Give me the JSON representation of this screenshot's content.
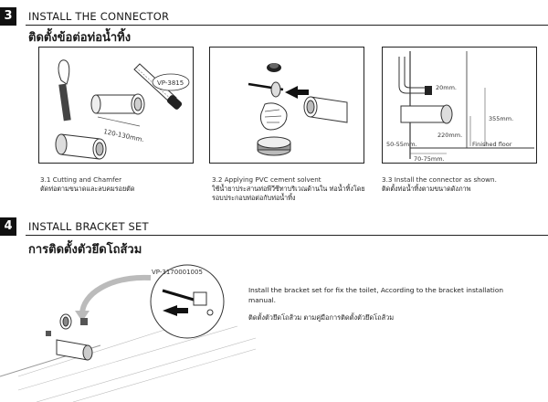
{
  "section1": {
    "number": "3",
    "title": "INSTALL THE CONNECTOR",
    "title_thai": "ติดตั้งข้อต่อท่อน้ำทิ้ง",
    "steps": [
      {
        "caption": "3.1 Cutting and Chamfer",
        "caption_thai": "ตัดท่อตามขนาดและลบคมรอยตัด",
        "labels": {
          "part": "VP-3815",
          "length": "120-130mm."
        }
      },
      {
        "caption": "3.2 Applying PVC cement solvent",
        "caption_thai": "ใช้น้ำยาประสานท่อพีวีซีทาบริเวณด้านใน ท่อน้ำทิ้งโดยรอบประกอบท่อต่อกับท่อน้ำทิ้ง"
      },
      {
        "caption": "3.3 Install the connector as shown.",
        "caption_thai": "ติดตั้งท่อน้ำทิ้งตามขนาดดังภาพ",
        "labels": {
          "dim_20": "20mm.",
          "dim_355": "355mm.",
          "dim_220": "220mm.",
          "dim_50": "50-55mm.",
          "dim_70": "70-75mm.",
          "floor": "Finished floor"
        }
      }
    ]
  },
  "section2": {
    "number": "4",
    "title": "INSTALL BRACKET SET",
    "title_thai": "การติดตั้งตัวยึดโถส้วม",
    "part_label": "VP-3170001005",
    "description": "Install the bracket set for fix the toilet, According to the bracket installation manual.",
    "description_thai": "ติดตั้งตัวยึดโถส้วม ตามคู่มือการติดตั้งตัวยึดโถส้วม"
  }
}
